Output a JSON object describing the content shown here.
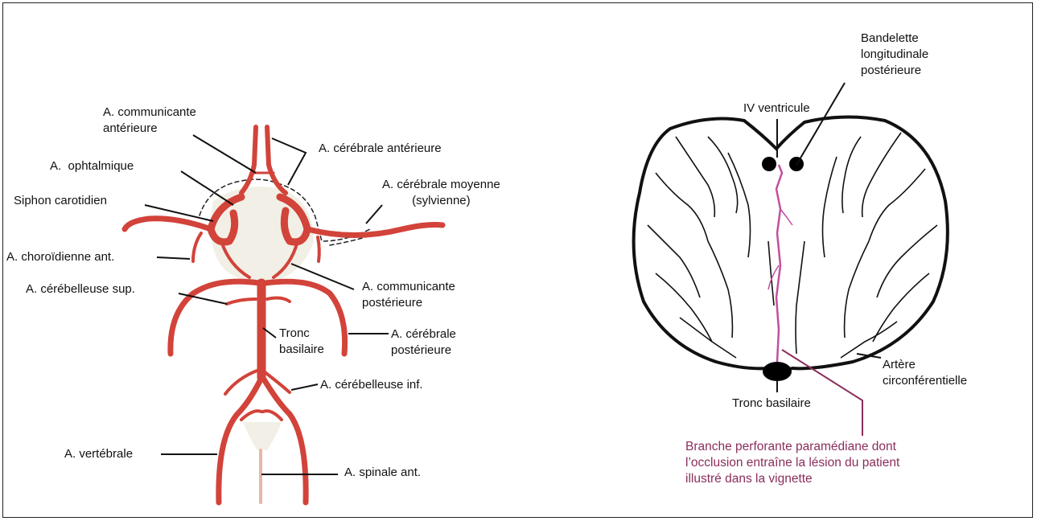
{
  "left_diagram": {
    "labels": {
      "comm_ant": "A. communicante\nantérieure",
      "ophtalmique": "A.  ophtalmique",
      "siphon": "Siphon carotidien",
      "choroidienne": "A. choroïdienne ant.",
      "cerebelleuse_sup": "A. cérébelleuse sup.",
      "cerebrale_ant": "A. cérébrale antérieure",
      "cerebrale_moy": "A. cérébrale moyenne\n(sylvienne)",
      "comm_post": "A. communicante\npostérieure",
      "tronc_basilaire": "Tronc\nbasilaire",
      "cerebrale_post": "A. cérébrale\npostérieure",
      "cerebelleuse_inf": "A. cérébelleuse inf.",
      "vertebrale": "A. vertébrale",
      "spinale_ant": "A. spinale ant."
    }
  },
  "right_diagram": {
    "labels": {
      "bandelette": "Bandelette\nlongitudinale\npostérieure",
      "ventricule": "IV ventricule",
      "artere_circ": "Artère\ncirconférentielle",
      "tronc_basilaire": "Tronc basilaire",
      "branche": "Branche perforante paramédiane dont\nl’occlusion entraîne la lésion du patient\nillustré dans la vignette"
    }
  },
  "colors": {
    "artery": "#d2433a",
    "artery_dark": "#b5302a",
    "highlight": "#8b2d5b",
    "outline": "#111111"
  }
}
